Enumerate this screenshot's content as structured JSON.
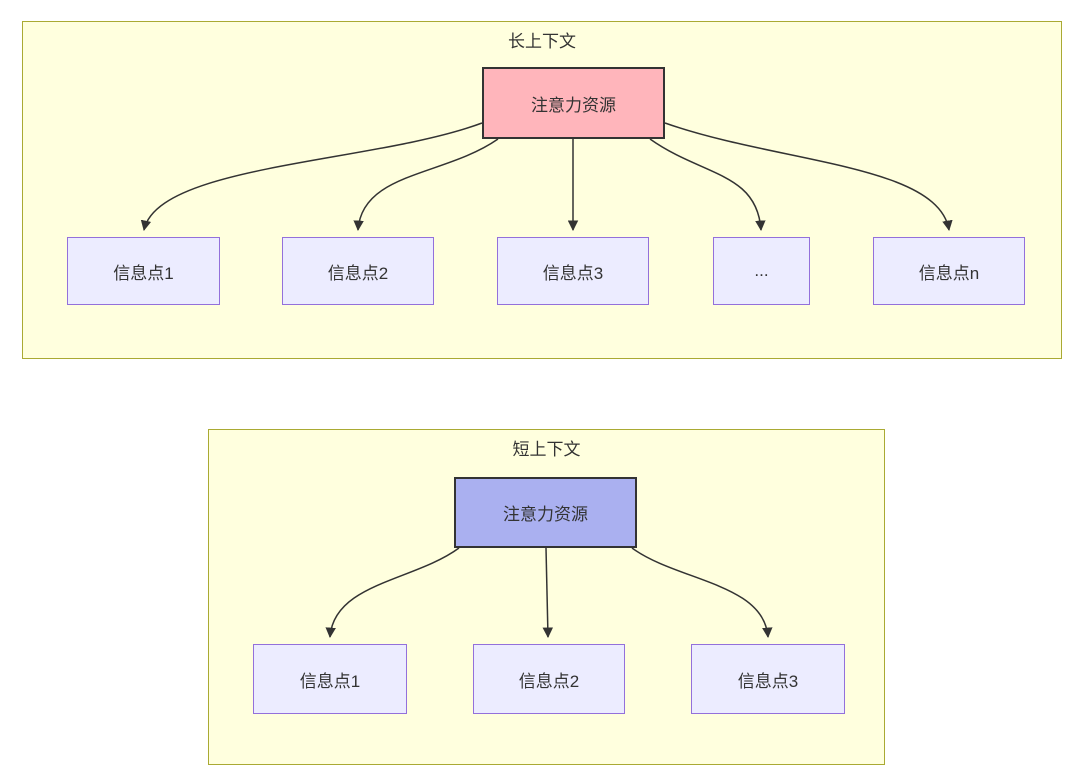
{
  "colors": {
    "cluster_fill": "#ffffde",
    "cluster_border": "#aaaa33",
    "info_node_fill": "#ececff",
    "info_node_border": "#9370db",
    "attention_long_fill": "#ffb5bb",
    "attention_short_fill": "#aab0f0",
    "attention_border": "#333333",
    "edge_color": "#333333",
    "text_color": "#333333"
  },
  "panels": [
    {
      "title": "长上下文",
      "source": {
        "label": "注意力资源"
      },
      "targets": [
        {
          "label": "信息点1"
        },
        {
          "label": "信息点2"
        },
        {
          "label": "信息点3"
        },
        {
          "label": "..."
        },
        {
          "label": "信息点n"
        }
      ]
    },
    {
      "title": "短上下文",
      "source": {
        "label": "注意力资源"
      },
      "targets": [
        {
          "label": "信息点1"
        },
        {
          "label": "信息点2"
        },
        {
          "label": "信息点3"
        }
      ]
    }
  ]
}
